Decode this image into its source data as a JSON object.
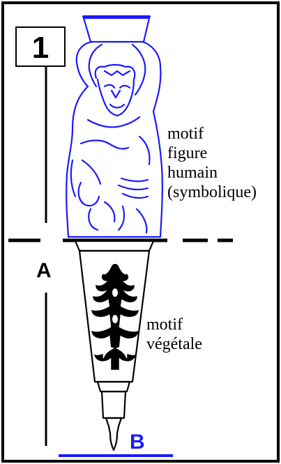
{
  "panel_number": "1",
  "top_motif": {
    "lines": [
      "motif",
      "figure",
      "humain",
      "(symbolique)"
    ],
    "color": "#1a1aff"
  },
  "bottom_motif": {
    "lines": [
      "motif",
      "végétale"
    ]
  },
  "markers": {
    "a": "A",
    "b": "B",
    "b_color": "#1a1aff"
  }
}
